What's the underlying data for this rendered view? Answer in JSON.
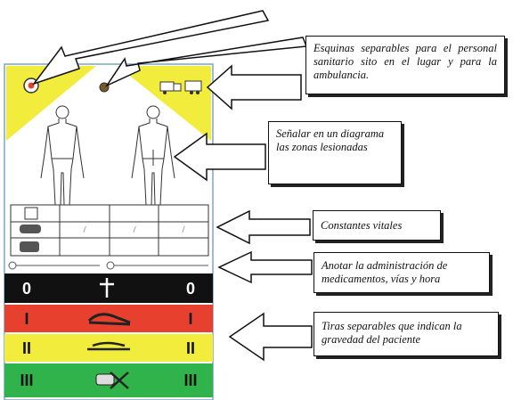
{
  "colors": {
    "triage_yellow": "#f2ec3c",
    "black_strip": "#111111",
    "red_strip": "#e8402f",
    "yellow_strip": "#f2ec3c",
    "green_strip": "#2fb34a",
    "card_border": "#7aa6c2"
  },
  "callouts": {
    "corners": "Esquinas separables para el personal  sanitario sito en el lugar y para la ambulancia.",
    "body_diagram": "Señalar en un diagrama las zonas lesionadas",
    "vitals": "Constantes vitales",
    "medication": "Anotar la administración de medicamentos, vías y hora",
    "strips": "Tiras separables que indican la gravedad del paciente"
  },
  "strips": [
    {
      "left": "0",
      "right": "0",
      "color": "black",
      "icon": "dagger-icon"
    },
    {
      "left": "I",
      "right": "I",
      "color": "red",
      "icon": "lying-patient-icon"
    },
    {
      "left": "II",
      "right": "II",
      "color": "yellow",
      "icon": "stretcher-patient-icon"
    },
    {
      "left": "III",
      "right": "III",
      "color": "green",
      "icon": "walking-patient-crossed-icon"
    }
  ],
  "vitals_table": {
    "cell_mark": "/"
  }
}
